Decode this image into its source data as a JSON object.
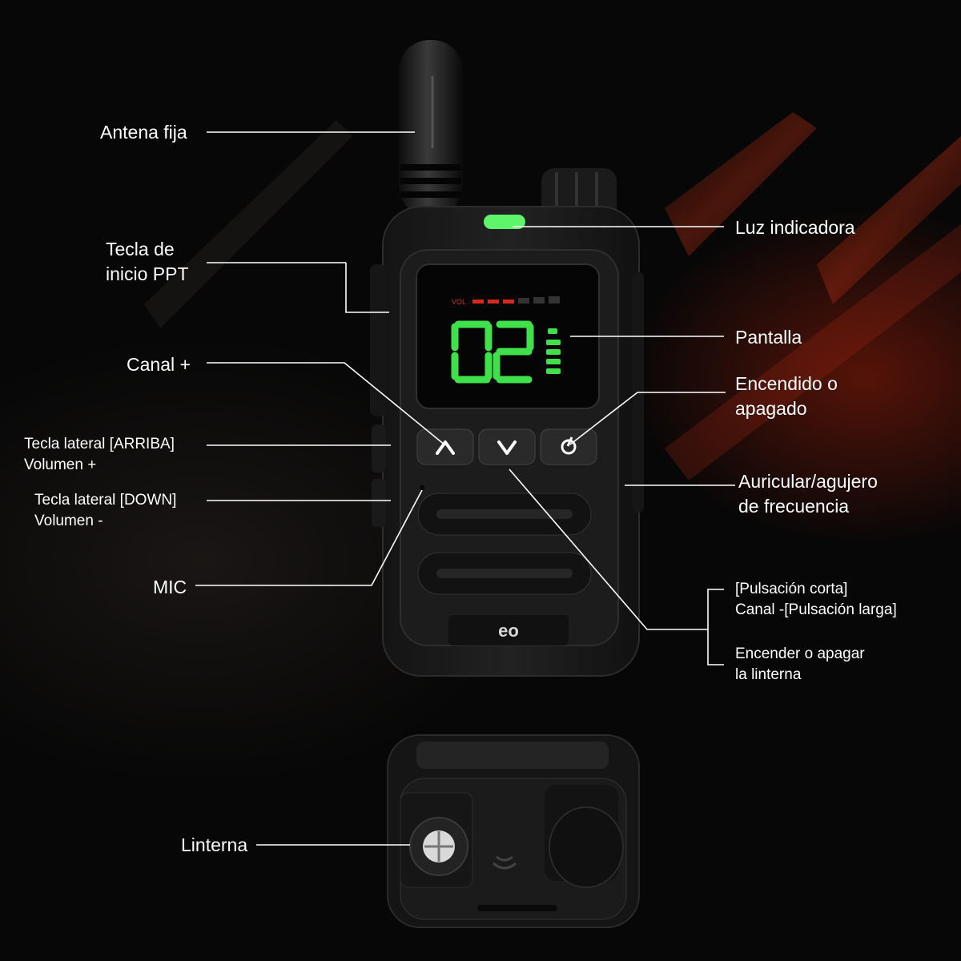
{
  "labels": {
    "antenna": "Antena fija",
    "ptt_line1": "Tecla de",
    "ptt_line2": "inicio PPT",
    "channel_plus": "Canal +",
    "side_up_line1": "Tecla lateral [ARRIBA]",
    "side_up_line2": "Volumen +",
    "side_down_line1": "Tecla lateral [DOWN]",
    "side_down_line2": "Volumen -",
    "mic": "MIC",
    "indicator": "Luz indicadora",
    "screen": "Pantalla",
    "power_line1": "Encendido o",
    "power_line2": "apagado",
    "earphone_line1": "Auricular/agujero",
    "earphone_line2": "de frecuencia",
    "channel_minus_line1": "[Pulsación corta]",
    "channel_minus_line2": "Canal -[Pulsación larga]",
    "flashlight_toggle_line1": "Encender o apagar",
    "flashlight_toggle_line2": "la linterna",
    "flashlight": "Linterna"
  },
  "device": {
    "screen_vol_label": "VOL",
    "channel_display": "02",
    "brand": "eo"
  },
  "colors": {
    "display_green": "#3fe04a",
    "indicator_led": "#5ef56a",
    "volume_red": "#d8281e",
    "background": "#070707"
  },
  "icons": [
    "arrow-up-icon",
    "arrow-down-icon",
    "power-icon",
    "flashlight-icon",
    "knob-icon"
  ]
}
